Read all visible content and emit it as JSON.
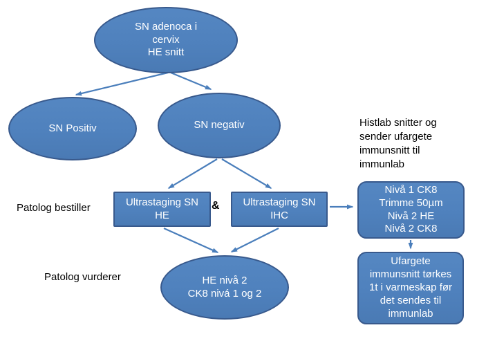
{
  "colors": {
    "shape_fill": "#4f81bd",
    "shape_border": "#38598c",
    "arrow": "#4a7ebb",
    "shape_text": "#ffffff",
    "label_text": "#000000",
    "background": "#ffffff"
  },
  "nodes": {
    "sn_adenoca": {
      "text": "SN adenoca i\ncervix\nHE snitt"
    },
    "sn_positiv": {
      "text": "SN Positiv"
    },
    "sn_negativ": {
      "text": "SN negativ"
    },
    "ultrastaging_he": {
      "text": "Ultrastaging SN\nHE"
    },
    "ultrastaging_ihc": {
      "text": "Ultrastaging SN\nIHC"
    },
    "he_niva_result": {
      "text": "HE nivå 2\nCK8 nivá 1 og 2"
    },
    "niva_steps": {
      "text": "Nivå 1 CK8\nTrimme 50µm\nNivå 2 HE\nNivå 2 CK8"
    },
    "ufargete_steps": {
      "text": "Ufargete\nimmunsnitt tørkes\n1t i varmeskap før\ndet sendes til\nimmunlab"
    }
  },
  "labels": {
    "histlab_note": {
      "text": "Histlab snitter og\nsender ufargete\nimmunsnitt til\nimmunlab"
    },
    "patolog_bestiller": {
      "text": "Patolog bestiller"
    },
    "patolog_vurderer": {
      "text": "Patolog vurderer"
    },
    "ampersand": {
      "text": "&"
    }
  }
}
